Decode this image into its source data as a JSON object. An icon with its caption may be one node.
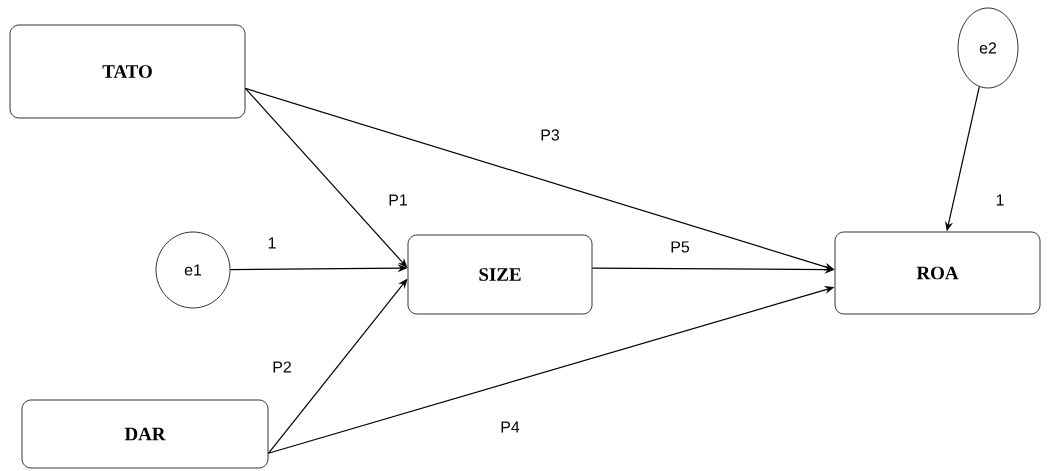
{
  "diagram": {
    "nodes": [
      {
        "text": [
          "TATO"
        ]
      },
      {
        "text": [
          "e1"
        ]
      },
      {
        "text": [
          "SIZE"
        ]
      },
      {
        "text": [
          "ROA"
        ]
      },
      {
        "text": [
          "DAR"
        ]
      },
      {
        "text": [
          "e2"
        ]
      }
    ],
    "edges": [
      {
        "from": 0,
        "to": 2,
        "arrow": "to",
        "label": "P1"
      },
      {
        "from": 0,
        "to": 3,
        "arrow": "to",
        "label": "P3"
      },
      {
        "from": 1,
        "to": 2,
        "arrow": "to",
        "label": "1"
      },
      {
        "from": 4,
        "to": 2,
        "arrow": "to",
        "label": "P2"
      },
      {
        "from": 4,
        "to": 3,
        "arrow": "to",
        "label": "P4"
      },
      {
        "from": 2,
        "to": 3,
        "arrow": "to",
        "label": "P5"
      },
      {
        "from": 5,
        "to": 3,
        "arrow": "to",
        "label": "1"
      }
    ]
  }
}
